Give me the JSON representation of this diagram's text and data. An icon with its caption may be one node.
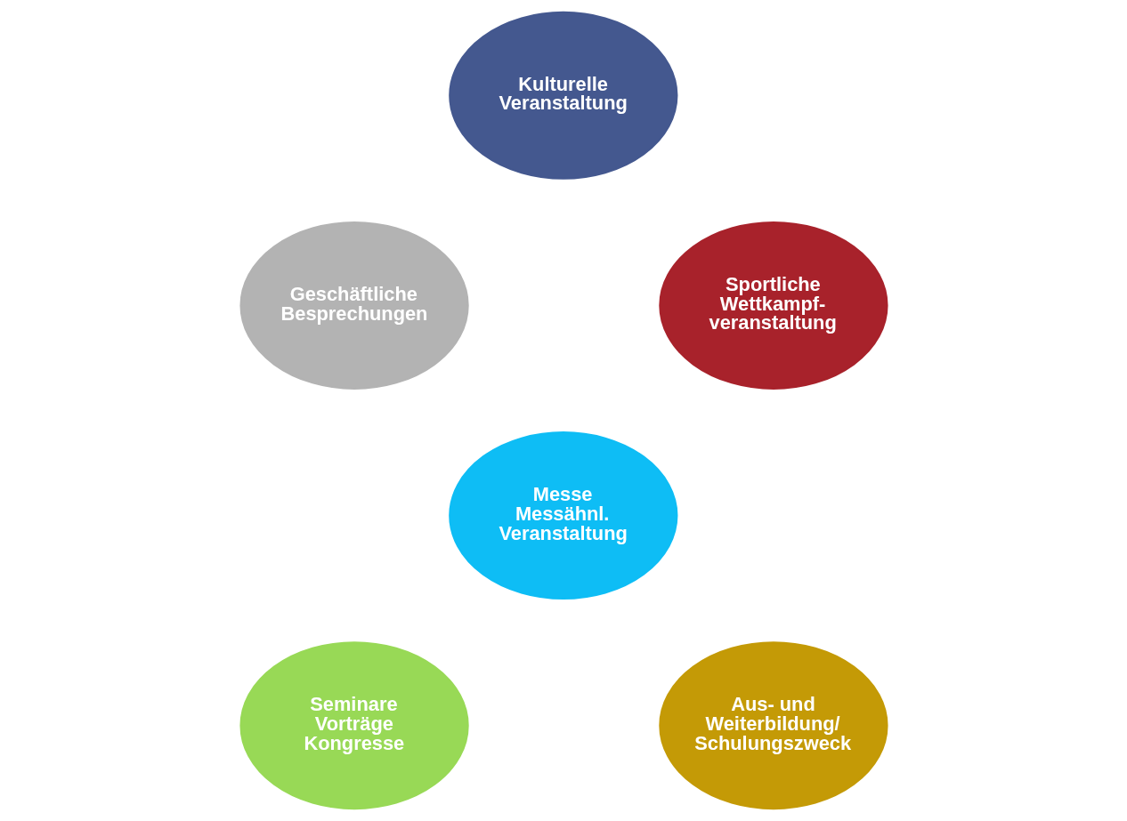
{
  "diagram": {
    "nodes": [
      {
        "text": [
          "Kulturelle Veranstaltung"
        ]
      },
      {
        "text": [
          "Geschäftliche Besprechungen"
        ]
      },
      {
        "text": [
          "Sportliche Wettkampf- veranstaltung"
        ]
      },
      {
        "text": [
          "Messe Messähnl. Veranstaltung"
        ]
      },
      {
        "text": [
          "Seminare Vorträge Kongresse"
        ]
      },
      {
        "text": [
          "Aus- und Weiterbildung/ Schulungszweck"
        ]
      }
    ],
    "edges": []
  }
}
